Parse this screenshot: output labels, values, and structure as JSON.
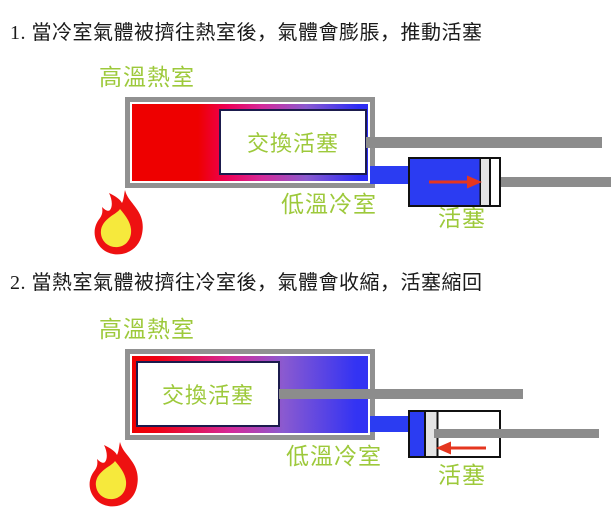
{
  "colors": {
    "hot_red": "#ee1111",
    "cold_blue": "#2b2bf8",
    "piston_blue": "#2b3cf2",
    "frame_gray": "#919191",
    "rod_gray": "#8c8c8c",
    "label_green": "#9dc93b",
    "arrow_red": "#e5361f",
    "flame_yellow": "#f6e93c",
    "text_black": "#1a1a1a"
  },
  "sections": [
    {
      "caption": "1.  當冷室氣體被擠往熱室後，氣體會膨脹，推動活塞",
      "hot_chamber_label": "高溫熱室",
      "cold_chamber_label": "低溫冷室",
      "displacer_label": "交換活塞",
      "piston_label": "活塞",
      "arrow_direction": "right"
    },
    {
      "caption": "2.  當熱室氣體被擠往冷室後，氣體會收縮，活塞縮回",
      "hot_chamber_label": "高溫熱室",
      "cold_chamber_label": "低溫冷室",
      "displacer_label": "交換活塞",
      "piston_label": "活塞",
      "arrow_direction": "left"
    }
  ]
}
